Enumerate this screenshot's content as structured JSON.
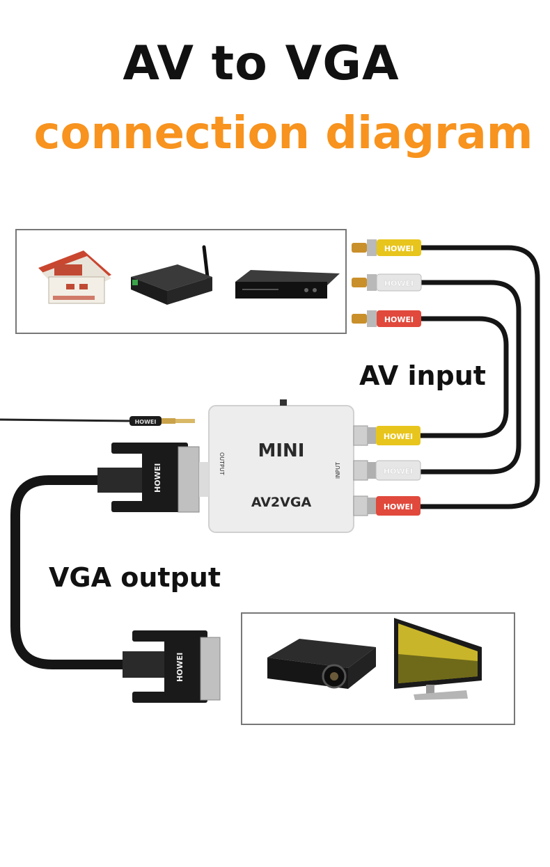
{
  "title": {
    "line1": "AV to VGA",
    "line2": "connection diagram"
  },
  "labels": {
    "av_input": "AV input",
    "vga_output": "VGA output"
  },
  "converter": {
    "brand_text": "MINI",
    "model_text": "AV2VGA",
    "output_port_text": "OUTPUT",
    "input_port_text": "INPUT"
  },
  "cable_brand": "HOWEI",
  "rca_colors": [
    "#e8c51c",
    "#e8e8e8",
    "#e0493c"
  ],
  "accent_color": "#f7931e",
  "source_devices": [
    "game-console-icon",
    "tv-box-icon",
    "dvd-player-icon"
  ],
  "display_devices": [
    "projector-icon",
    "monitor-icon"
  ]
}
